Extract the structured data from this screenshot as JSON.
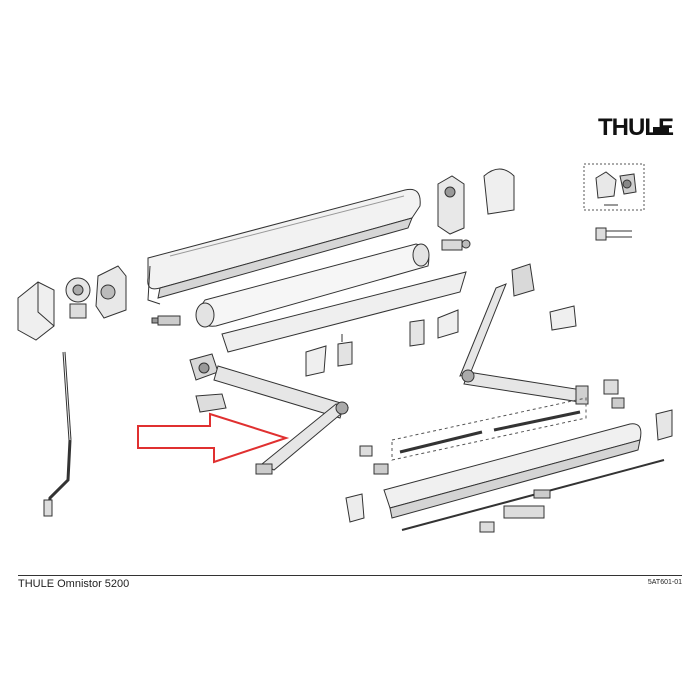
{
  "brand": {
    "logo_text": "THULE"
  },
  "footer": {
    "title": "THULE Omnistor 5200",
    "code": "5AT601-01"
  },
  "colors": {
    "line": "#333333",
    "fill": "#f4f4f4",
    "shade": "#d8d8d8",
    "highlight_arrow": "#e03030"
  },
  "callout": {
    "icon": "red-outline-arrow-icon",
    "points_to": "lower-arm"
  }
}
